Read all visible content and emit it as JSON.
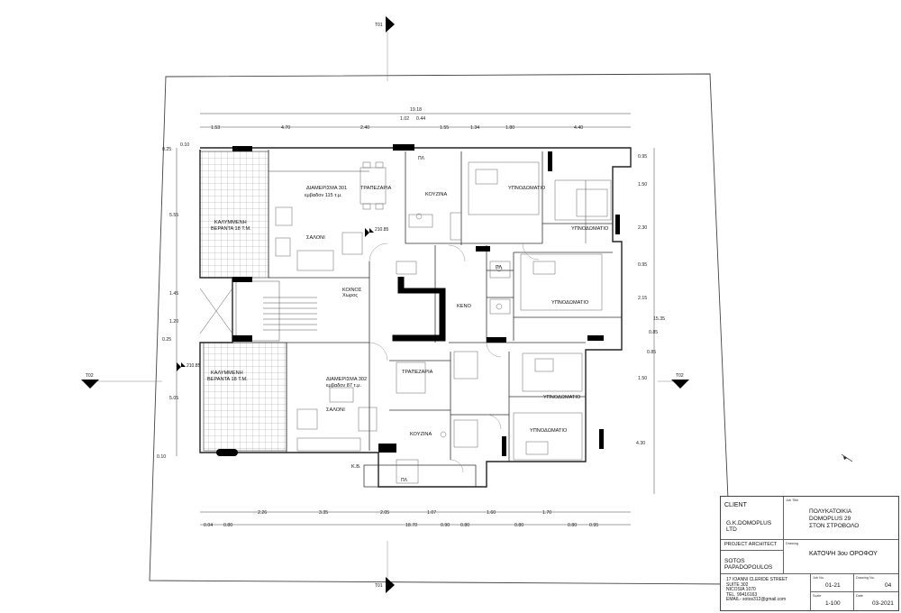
{
  "sections": {
    "top": "T01",
    "bottom": "T01",
    "left": "T02",
    "right": "T02"
  },
  "overall_dims": {
    "top_total": "19.18",
    "top_sub": [
      "1.02",
      "0.44"
    ],
    "top_chain": [
      "1.53",
      "4.70",
      "2.40",
      "1.55",
      "1.34",
      "1.80",
      "4.40"
    ],
    "left_chain": [
      "0.25",
      "0.10",
      "5.55",
      "1.45",
      "1.20",
      "0.25",
      "5.05",
      "0.10"
    ],
    "right_chain": [
      "0.95",
      "1.50",
      "2.30",
      "0.95",
      "2.15",
      "0.85",
      "0.85",
      "1.50",
      "4.30"
    ],
    "right_total": "15.35",
    "bottom_chain": [
      "2.26",
      "3.35",
      "2.05",
      "1.07",
      "1.60",
      "1.70"
    ],
    "bottom_chain2": [
      "0.04",
      "0.80",
      "0.90",
      "0.80",
      "0.80",
      "0.80",
      "0.95"
    ],
    "bottom_total": "18.70"
  },
  "rooms": {
    "veranda_top": [
      "ΚΑΛΥΜΜΕΝΗ",
      "ΒΕΡΑΝΤΑ 18 Τ.Μ."
    ],
    "veranda_bottom": [
      "ΚΑΛΥΜΜΕΝΗ",
      "ΒΕΡΑΝΤΑ 18 Τ.Μ."
    ],
    "apt301": [
      "ΔΙΑΜΕΡΙΣΜΑ 301",
      "εμβαδον 115 τ.μ."
    ],
    "apt302": [
      "ΔΙΑΜΕΡΙΣΜΑ 302",
      "εμβαδον 87 τ.μ."
    ],
    "dining_top": "ΤΡΑΠΕΖΑΡΙΑ",
    "dining_bottom": "ΤΡΑΠΕΖΑΡΙΑ",
    "kitchen_top": "ΚΟΥΖΙΝΑ",
    "kitchen_bottom": "ΚΟΥΖΙΝΑ",
    "living_top": "ΣΑΛΟΝΙ",
    "living_bottom": "ΣΑΛΟΝΙ",
    "bedroom": "ΥΠΝΟΔΩΜΑΤΙΟ",
    "void": "ΚΕΝΟ",
    "common": [
      "ΚΟΙΝΟΣ",
      "Χωρος"
    ],
    "kb": "Κ.Β.",
    "pl": "ΠΛ",
    "level_top": "210.85",
    "level_bottom": "210.85"
  },
  "title_block": {
    "client_label": "CLIENT",
    "client": "G.K.DOMOPLUS LTD",
    "job_title_label": "Job Title",
    "job_title": [
      "ΠΟΛΥΚΑΤΟΙΚΙΑ",
      "DOMOPLUS 29",
      "ΣΤΟΝ ΣΤΡΟΒΟΛΟ"
    ],
    "architect_label": "PROJECT ARCHITECT",
    "architect": "SOTOS PAPADOPOULOS",
    "drawing_label": "Drawing",
    "drawing": "ΚΑΤΟΨΗ 3ου ΟΡΟΦΟΥ",
    "address": "17 IOANNI CLERIDE STREET\nSUITE 302\nNICOSIA 1070\nTEL. 99416163\nEMAIL- sotos312@gmail.com",
    "job_no_label": "Job No.",
    "job_no": "01-21",
    "drawing_no_label": "Drawing No.",
    "drawing_no": "04",
    "scale_label": "Scale",
    "scale": "1-100",
    "date_label": "Date",
    "date": "03-2021"
  }
}
